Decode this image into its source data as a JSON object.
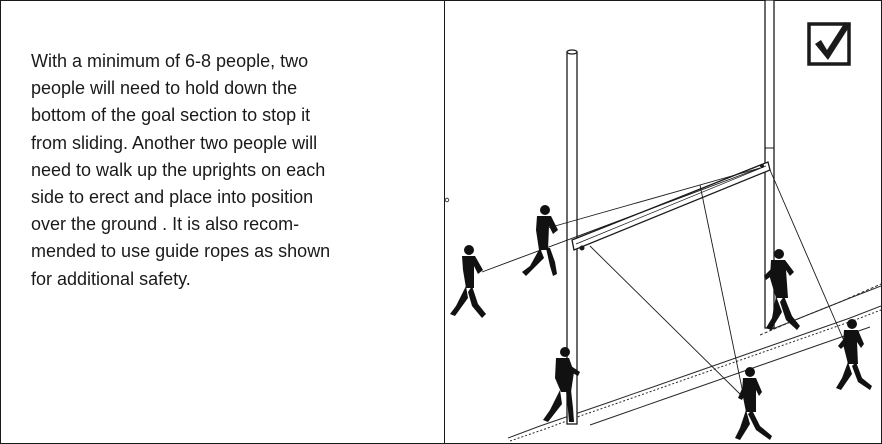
{
  "instructions": {
    "lines": [
      "With a minimum of 6-8 people, two",
      "people will need to hold down the",
      "bottom of the goal section to stop it",
      "from sliding. Another two people will",
      "need to walk up the uprights on each",
      "side to erect and place into position",
      "over the ground . It is also recom-",
      "mended to use guide ropes as shown",
      "for additional safety."
    ]
  },
  "status": {
    "icon": "checkbox-checked-icon"
  },
  "illustration": {
    "icon": "goal-post-erection-illustration"
  },
  "colors": {
    "ink": "#1a1a1a",
    "background": "#ffffff"
  }
}
